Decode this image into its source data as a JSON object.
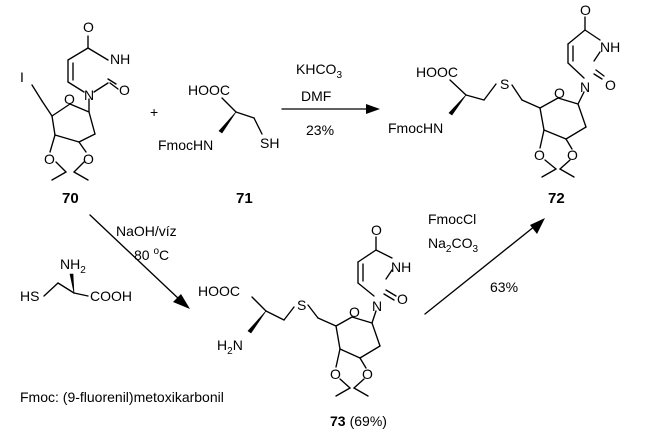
{
  "compounds": {
    "c70": {
      "label": "70"
    },
    "c71": {
      "label": "71"
    },
    "c72": {
      "label": "72"
    },
    "c73": {
      "label": "73",
      "yield": "(69%)"
    }
  },
  "atoms": {
    "O": "O",
    "NH": "NH",
    "N": "N",
    "I": "I",
    "S": "S",
    "SH": "SH",
    "HS": "HS",
    "HOOC": "HOOC",
    "COOH": "COOH",
    "FmocHN": "FmocHN",
    "NH2_text": "NH",
    "NH2_sub": "2",
    "H2N_h": "H",
    "H2N_sub": "2",
    "H2N_n": "N"
  },
  "plus": "+",
  "reaction_top": {
    "reagent1_main": "KHCO",
    "reagent1_sub": "3",
    "reagent2": "DMF",
    "yield": "23%"
  },
  "reaction_down": {
    "line1": "NaOH/víz",
    "line2_main": "80 ",
    "line2_sup": "o",
    "line2_tail": "C"
  },
  "reaction_up": {
    "line1": "FmocCl",
    "line2_main": "Na",
    "line2_sub": "2",
    "line2_mid": "CO",
    "line2_sub2": "3",
    "yield": "63%"
  },
  "footnote": "Fmoc: (9-fluorenil)metoxikarbonil"
}
